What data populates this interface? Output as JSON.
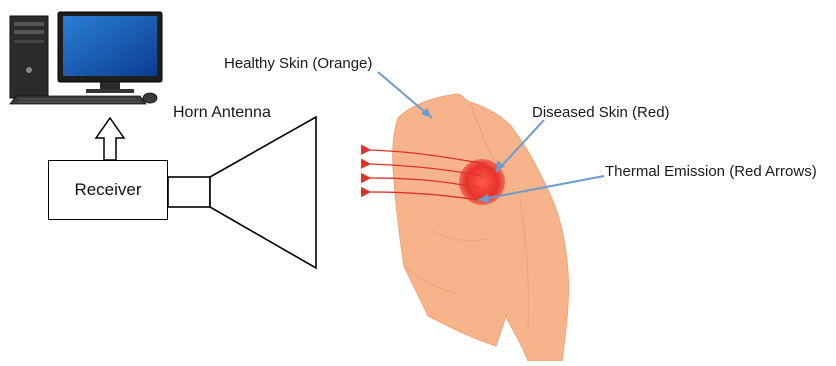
{
  "labels": {
    "horn_antenna": "Horn Antenna",
    "receiver": "Receiver",
    "healthy_skin": "Healthy Skin (Orange)",
    "diseased_skin": "Diseased Skin (Red)",
    "thermal_emission": "Thermal Emission (Red Arrows)"
  },
  "colors": {
    "skin": "#f7b48a",
    "skin_shadow": "#eea47a",
    "lesion": "#e8322a",
    "arrows": "#e0322a",
    "callouts": "#6b9ccc",
    "outline": "#000000"
  },
  "icons": {
    "computer": "desktop-computer-icon",
    "up_arrow": "hollow-up-arrow-icon"
  }
}
